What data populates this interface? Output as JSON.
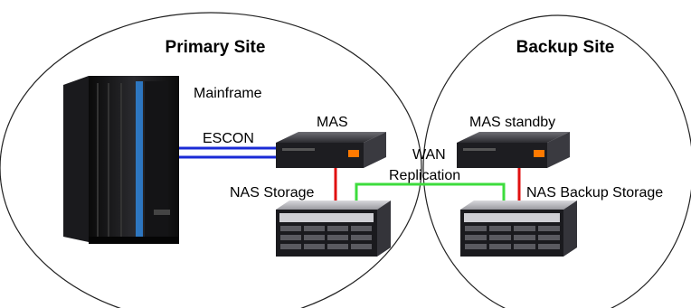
{
  "sites": {
    "primary": {
      "title": "Primary Site"
    },
    "backup": {
      "title": "Backup Site"
    }
  },
  "labels": {
    "mainframe": "Mainframe",
    "escon": "ESCON",
    "mas": "MAS",
    "mas_standby": "MAS standby",
    "wan": "WAN",
    "replication": "Replication",
    "nas_storage": "NAS Storage",
    "nas_backup_storage": "NAS Backup Storage"
  },
  "colors": {
    "escon_link": "#1a2bd6",
    "nas_link": "#e01010",
    "wan_link": "#3ddc3d",
    "mainframe_accent": "#2f7fd0"
  }
}
